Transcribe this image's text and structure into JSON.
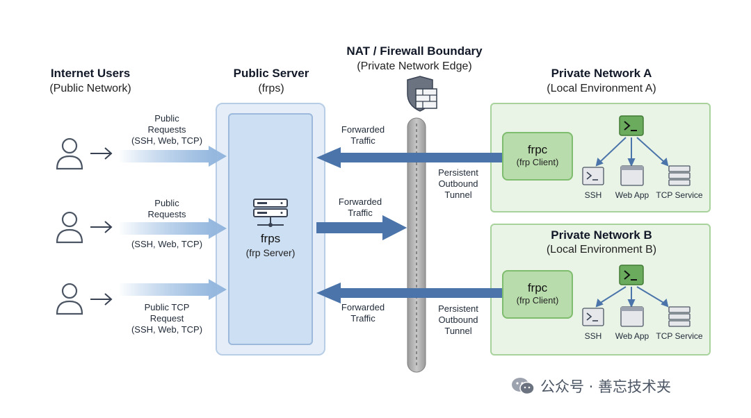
{
  "users": {
    "title": "Internet Users",
    "subtitle": "(Public Network)",
    "requests": [
      {
        "line1": "Public",
        "line2": "Requests",
        "line3": "(SSH, Web, TCP)"
      },
      {
        "line1": "Public",
        "line2": "Requests",
        "line3": "(SSH, Web, TCP)"
      },
      {
        "line1": "Public TCP",
        "line2": "Request",
        "line3": "(SSH, Web, TCP)"
      }
    ]
  },
  "server": {
    "title": "Public Server",
    "subtitle": "(frps)",
    "name": "frps",
    "desc": "(frp Server)"
  },
  "boundary": {
    "title": "NAT / Firewall Boundary",
    "subtitle": "(Private Network Edge)"
  },
  "flows": {
    "forwarded_top": {
      "line1": "Forwarded",
      "line2": "Traffic"
    },
    "forwarded_mid": {
      "line1": "Forwarded",
      "line2": "Traffic"
    },
    "forwarded_bot": {
      "line1": "Forwarded",
      "line2": "Traffic"
    },
    "tunnel_a": {
      "line1": "Persistent",
      "line2": "Outbound",
      "line3": "Tunnel"
    },
    "tunnel_b": {
      "line1": "Persistent",
      "line2": "Outbound",
      "line3": "Tunnel"
    }
  },
  "network_a": {
    "title": "Private Network A",
    "subtitle": "(Local Environment A)",
    "client": {
      "name": "frpc",
      "desc": "(frp Client)"
    },
    "services": [
      "SSH",
      "Web App",
      "TCP Service"
    ]
  },
  "network_b": {
    "title": "Private Network B",
    "subtitle": "(Local Environment B)",
    "client": {
      "name": "frpc",
      "desc": "(frp Client)"
    },
    "services": [
      "SSH",
      "Web App",
      "TCP Service"
    ]
  },
  "watermark": {
    "text": "公众号 · 善忘技术夹"
  },
  "colors": {
    "arrow_blue": "#4a74aa",
    "request_blue": "#a9c6e6",
    "server_bg": "#cddff2",
    "network_bg": "#eaf4e6",
    "client_bg": "#b9dcac",
    "terminal_green": "#6bab5e",
    "wall_gray": "#b5b5b5"
  }
}
